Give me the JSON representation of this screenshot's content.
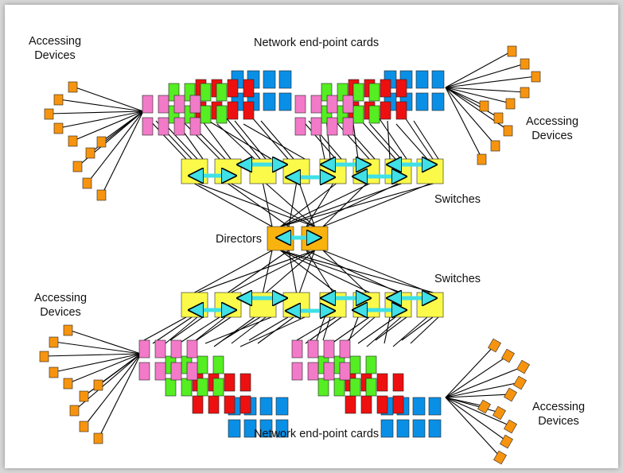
{
  "labels": {
    "accessing_devices_line1": "Accessing",
    "accessing_devices_line2": "Devices",
    "network_cards": "Network end-point cards",
    "switches": "Switches",
    "directors": "Directors"
  },
  "colors": {
    "background": "#ffffff",
    "frame": "#d8d8d8",
    "accessing_device": "#f7940f",
    "card_blue": "#0a8fe6",
    "card_red": "#ee1010",
    "card_green": "#55ee22",
    "card_pink": "#f27ac8",
    "switch": "#fbfa4a",
    "director": "#f9b30e",
    "link_arrow": "#3fe0e6",
    "line": "#000000"
  }
}
